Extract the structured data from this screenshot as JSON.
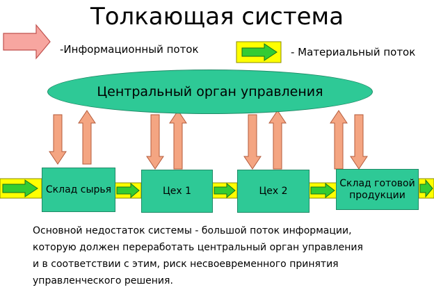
{
  "title": "Толкающая система",
  "legend": {
    "info_label": "-Информационный поток",
    "material_label": "- Материальный поток"
  },
  "center_node": "Центральный орган управления",
  "nodes": {
    "raw": "Склад сырья",
    "shop1": "Цех 1",
    "shop2": "Цех 2",
    "finished": "Склад готовой продукции"
  },
  "note": "Основной недостаток системы - большой поток информации,\nкоторую должен переработать центральный орган управления\nи в соответствии с этим, риск несвоевременного принятия\nуправленческого решения.",
  "colors": {
    "info_arrow": "#f4a582",
    "material_arrow": "#33cc33",
    "material_bg": "#ffff00",
    "node_fill": "#2ec996"
  }
}
